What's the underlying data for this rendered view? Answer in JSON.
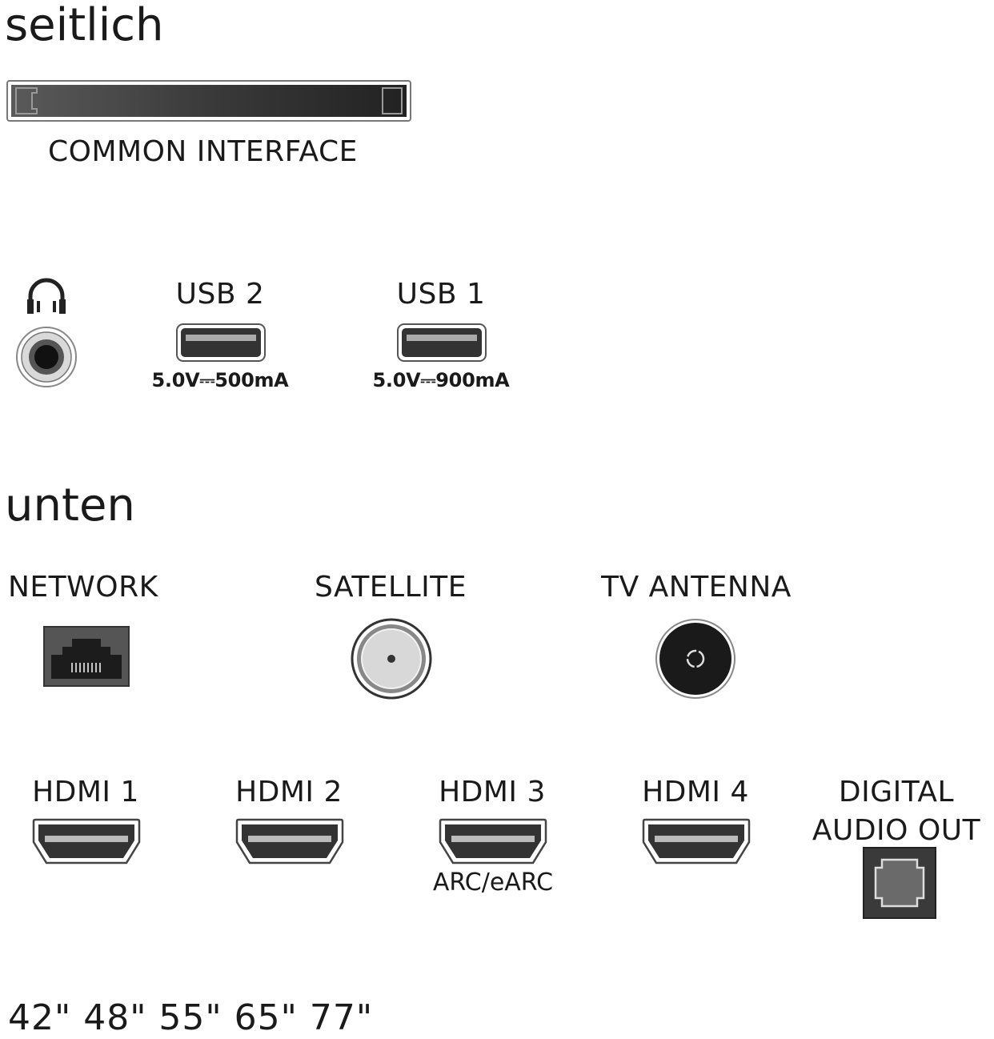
{
  "sections": {
    "side": "seitlich",
    "bottom": "unten"
  },
  "ports": {
    "common_interface": "COMMON INTERFACE",
    "headphone_icon": "headphone-icon",
    "usb2": {
      "label": "USB 2",
      "spec": "5.0V⎓500mA"
    },
    "usb1": {
      "label": "USB 1",
      "spec": "5.0V⎓900mA"
    },
    "network": "NETWORK",
    "satellite": "SATELLITE",
    "tv_antenna": "TV ANTENNA",
    "hdmi1": "HDMI 1",
    "hdmi2": "HDMI 2",
    "hdmi3": {
      "label": "HDMI 3",
      "note": "ARC/eARC"
    },
    "hdmi4": "HDMI 4",
    "digital_audio_out": [
      "DIGITAL",
      "AUDIO OUT"
    ]
  },
  "sizes": "42\" 48\" 55\" 65\" 77\""
}
